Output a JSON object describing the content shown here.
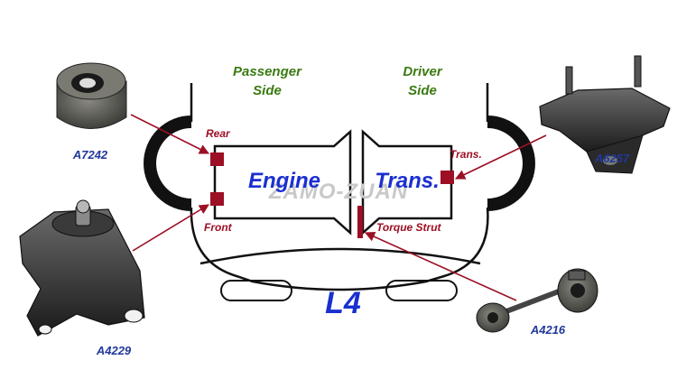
{
  "side_labels": {
    "passenger": [
      "Passenger",
      "Side"
    ],
    "driver": [
      "Driver",
      "Side"
    ]
  },
  "block_labels": {
    "engine": "Engine",
    "trans": "Trans.",
    "model": "L4"
  },
  "mount_positions": {
    "rear": "Rear",
    "front": "Front",
    "trans": "Trans.",
    "torque_strut": "Torque Strut"
  },
  "parts": {
    "rear_mount": "A7242",
    "front_mount": "A4229",
    "trans_mount": "A6257",
    "strut_mount": "A4216"
  },
  "watermark": "ZAMO-ZUAN",
  "colors": {
    "label_green": "#3a7a12",
    "engine_blue": "#1a2fd0",
    "part_blue": "#22389a",
    "mount_red": "#9c0f24",
    "outline": "#111111"
  }
}
